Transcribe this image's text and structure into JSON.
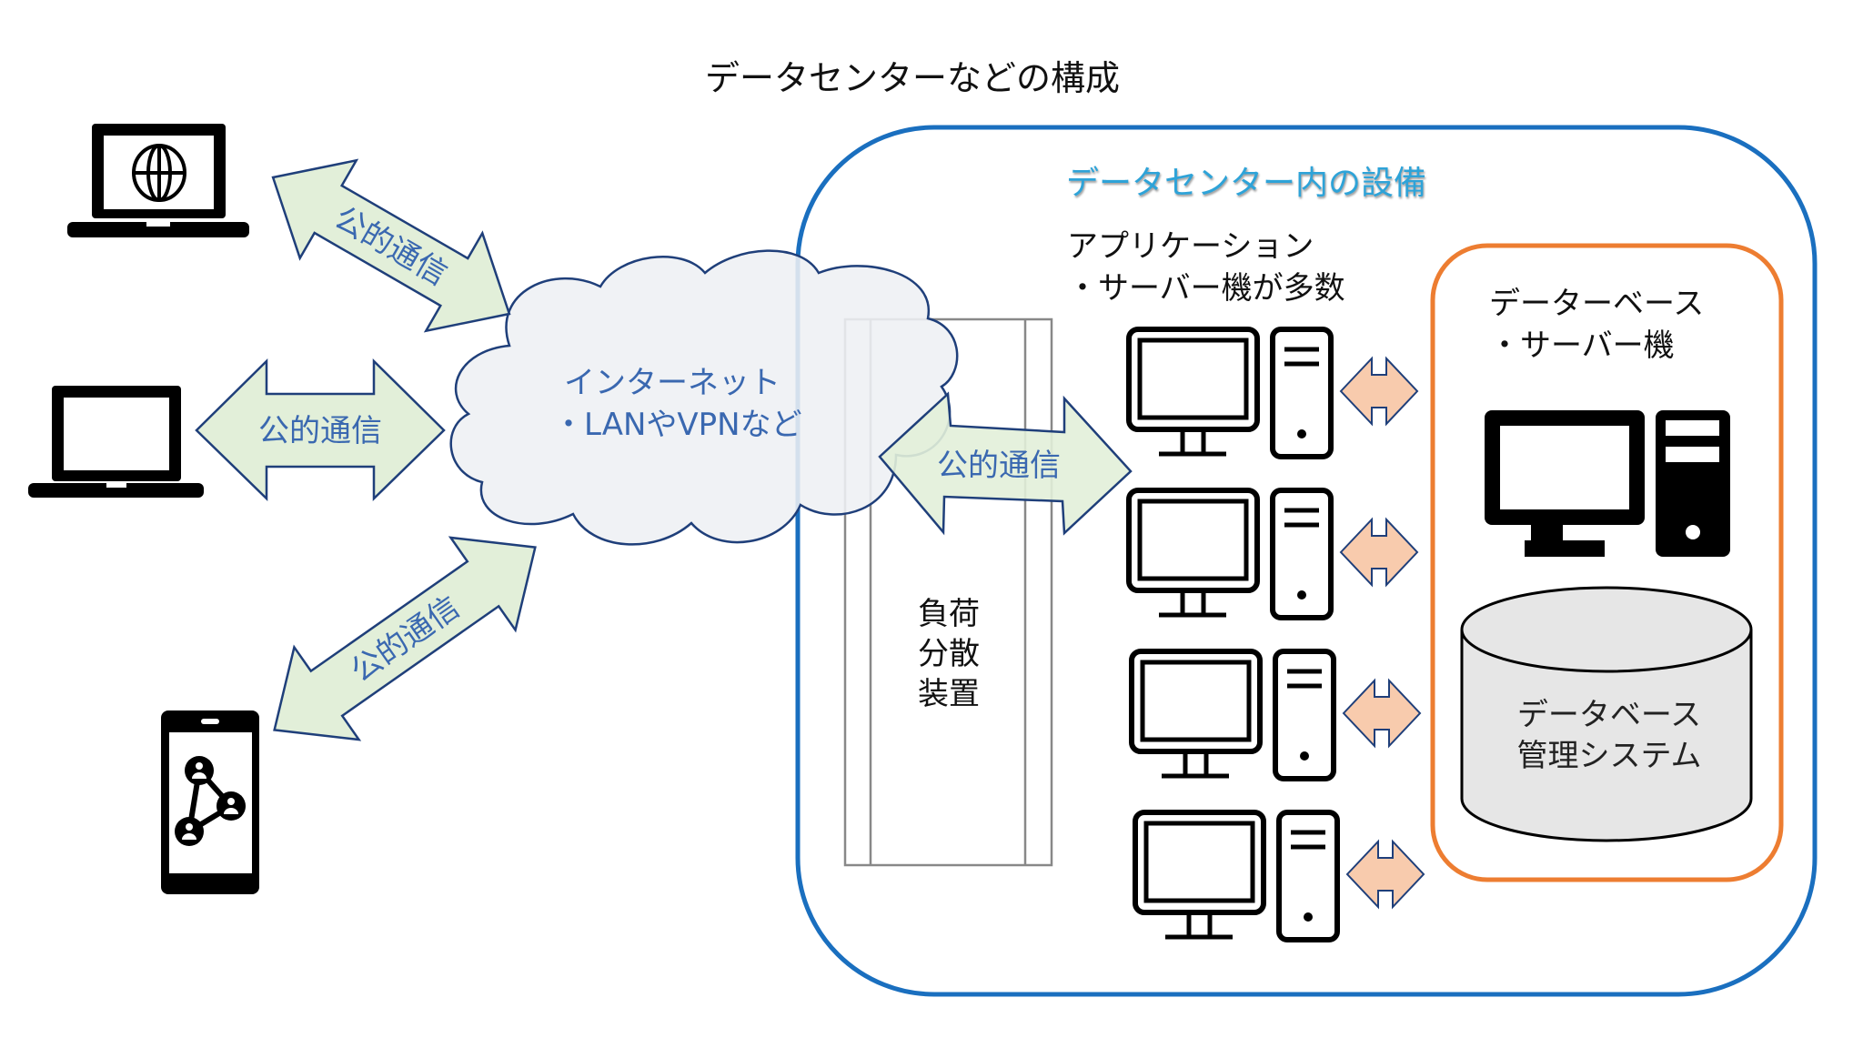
{
  "title": "データセンターなどの構成",
  "datacenter": {
    "label": "データセンター内の設備",
    "border_color": "#1a6fbf",
    "label_color": "#2ea3d8"
  },
  "app_servers": {
    "label_line1": "アプリケーション",
    "label_line2": "・サーバー機が多数",
    "count": 4
  },
  "db_group": {
    "label_line1": "データーベース",
    "label_line2": "・サーバー機",
    "border_color": "#ed7d31"
  },
  "database": {
    "label_line1": "データベース",
    "label_line2": "管理システム"
  },
  "load_balancer": {
    "label_line1": "負荷",
    "label_line2": "分散",
    "label_line3": "装置"
  },
  "cloud": {
    "label_line1": "インターネット",
    "label_line2": "・LANやVPNなど"
  },
  "arrows": {
    "public_comm_label": "公的通信",
    "green_fill": "#e2efd9",
    "orange_fill": "#f8cbad",
    "outline": "#1f3f7a",
    "text_color": "#3a68b0"
  },
  "clients": [
    {
      "type": "laptop",
      "icon": "globe-icon"
    },
    {
      "type": "laptop",
      "icon": "blank-screen"
    },
    {
      "type": "smartphone",
      "icon": "network-users-icon"
    }
  ]
}
